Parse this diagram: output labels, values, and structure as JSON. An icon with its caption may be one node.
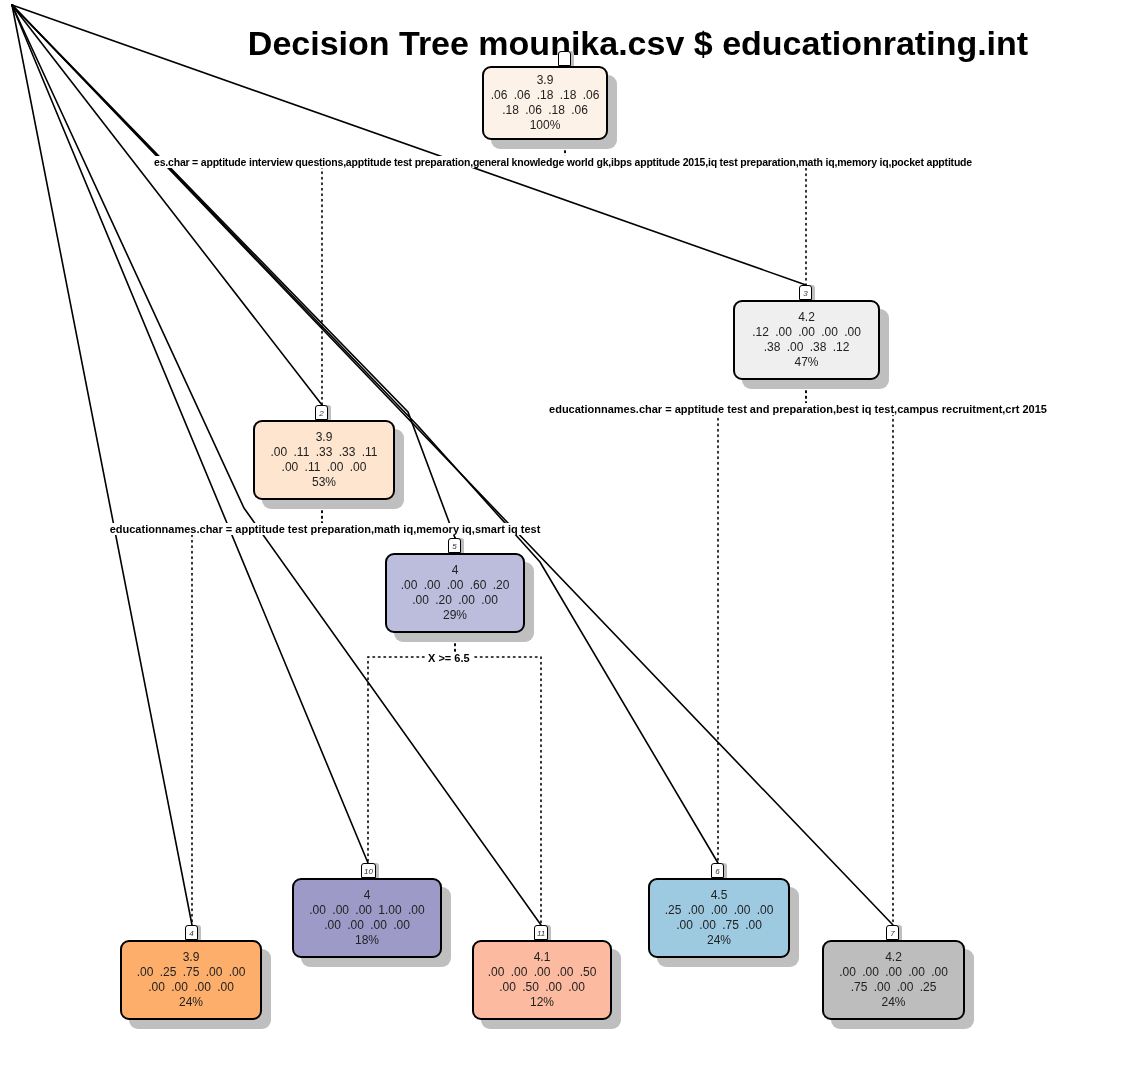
{
  "diagram": {
    "title": "Decision Tree mounika.csv $ educationrating.int",
    "nodes": [
      {
        "text": [],
        "shape": "point"
      },
      {
        "text": [
          "3.9",
          ".06 .06 .18 .18 .06",
          ".18 .06 .18 .06",
          "100%"
        ]
      },
      {
        "text": [
          "4.2",
          ".12 .00 .00 .00 .00",
          ".38 .00 .38 .12",
          "47%"
        ],
        "beside": [
          "3"
        ]
      },
      {
        "text": [
          "3.9",
          ".00 .11 .33 .33 .11",
          ".00 .11 .00 .00",
          "53%"
        ],
        "beside": [
          "2"
        ]
      },
      {
        "text": [
          "4",
          ".00 .00 .00 .60 .20",
          ".00 .20 .00 .00",
          "29%"
        ],
        "beside": [
          "5"
        ]
      },
      {
        "text": [
          "4",
          ".00 .00 .00 1.00 .00",
          ".00 .00 .00 .00",
          "18%"
        ],
        "beside": [
          "10"
        ]
      },
      {
        "text": [
          "4.5",
          ".25 .00 .00 .00 .00",
          ".00 .00 .75 .00",
          "24%"
        ],
        "beside": [
          "6"
        ]
      },
      {
        "text": [
          "3.9",
          ".00 .25 .75 .00 .00",
          ".00 .00 .00 .00",
          "24%"
        ],
        "beside": [
          "4"
        ]
      },
      {
        "text": [
          "4.1",
          ".00 .00 .00 .00 .50",
          ".00 .50 .00 .00",
          "12%"
        ],
        "beside": [
          "11"
        ]
      },
      {
        "text": [
          "4.2",
          ".00 .00 .00 .00 .00",
          ".75 .00 .00 .25",
          "24%"
        ],
        "beside": [
          "7"
        ]
      }
    ],
    "edges": [
      {
        "from": 1,
        "to": 3,
        "arrow": "none",
        "style": "dashed"
      },
      {
        "from": 1,
        "to": 2,
        "arrow": "none",
        "style": "dashed"
      },
      {
        "from": 3,
        "to": 7,
        "arrow": "none",
        "style": "dashed"
      },
      {
        "from": 3,
        "to": 4,
        "arrow": "none",
        "style": "dashed"
      },
      {
        "from": 2,
        "to": 6,
        "arrow": "none",
        "style": "dashed"
      },
      {
        "from": 2,
        "to": 9,
        "arrow": "none",
        "style": "dashed"
      },
      {
        "from": 4,
        "to": 5,
        "arrow": "none",
        "style": "dashed"
      },
      {
        "from": 4,
        "to": 8,
        "arrow": "none",
        "style": "dashed"
      },
      {
        "from": 0,
        "to": 2,
        "arrow": "none"
      },
      {
        "from": 0,
        "to": 3,
        "arrow": "none"
      },
      {
        "from": 0,
        "to": 4,
        "arrow": "none"
      },
      {
        "from": 0,
        "to": 7,
        "arrow": "none"
      },
      {
        "from": 0,
        "to": 5,
        "arrow": "none"
      },
      {
        "from": 0,
        "to": 8,
        "arrow": "none"
      },
      {
        "from": 0,
        "to": 6,
        "arrow": "none"
      },
      {
        "from": 0,
        "to": 9,
        "arrow": "none"
      }
    ],
    "labels": [
      "es.char = apptitude interview questions,apptitude test preparation,general knowledge world gk,ibps apptitude 2015,iq test preparation,math iq,memory iq,pocket apptitude",
      "educationnames.char = apptitude test and preparation,best iq test,campus recruitment,crt 2015",
      "educationnames.char = apptitude test preparation,math iq,memory iq,smart iq test",
      "X >= 6.5"
    ]
  }
}
